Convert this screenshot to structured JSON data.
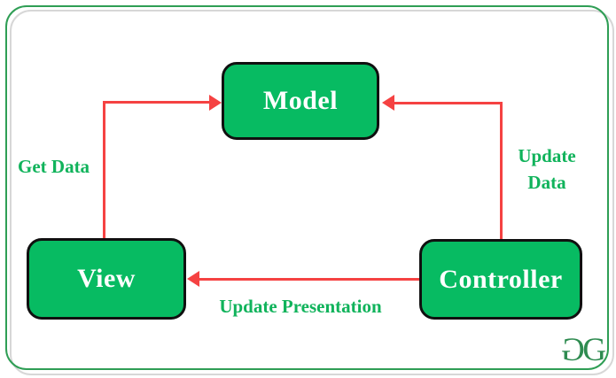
{
  "diagram": {
    "nodes": [
      {
        "id": "model",
        "label": "Model"
      },
      {
        "id": "view",
        "label": "View"
      },
      {
        "id": "controller",
        "label": "Controller"
      }
    ],
    "edges": [
      {
        "from": "view",
        "to": "model",
        "label": "Get Data"
      },
      {
        "from": "controller",
        "to": "model",
        "label_lines": [
          "Update",
          "Data"
        ]
      },
      {
        "from": "controller",
        "to": "view",
        "label": "Update Presentation"
      }
    ]
  },
  "logo": {
    "g1": "G",
    "g2": "G"
  },
  "colors": {
    "node_fill": "#07bb62",
    "node_border": "#101010",
    "node_text": "#ffffff",
    "arrow": "#f54242",
    "edge_label": "#10b35b",
    "frame_border": "#2f9e55",
    "shadow_border": "#d7d7d7",
    "logo_green": "#2e8b50"
  }
}
